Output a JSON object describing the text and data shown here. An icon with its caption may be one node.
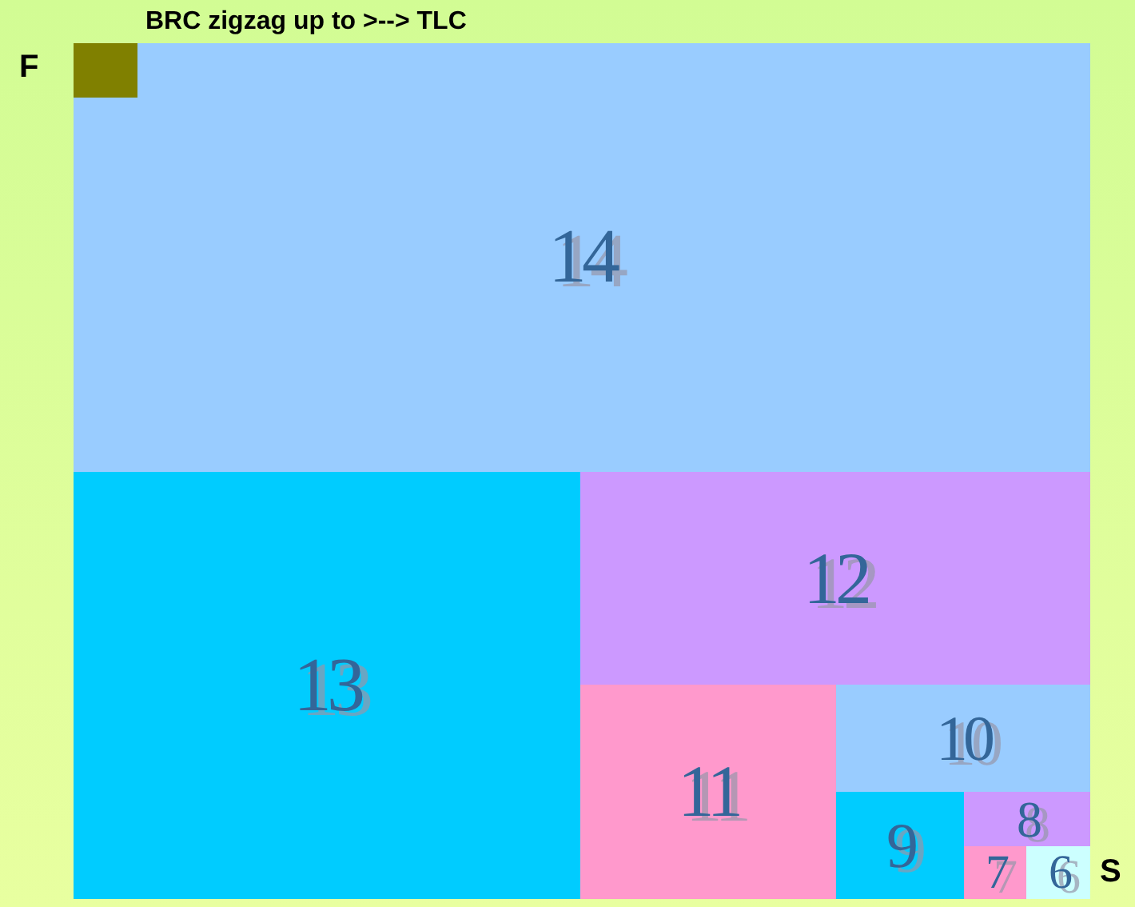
{
  "diagram": {
    "title": "BRC zigzag up to >--> TLC",
    "nodes": [
      {
        "text": [
          "14"
        ]
      },
      {
        "text": [],
        "shape": "box",
        "in": 0
      },
      {
        "text": [
          "13"
        ]
      },
      {
        "text": [
          "12"
        ]
      },
      {
        "text": [
          "11"
        ]
      },
      {
        "text": [
          "10"
        ]
      },
      {
        "text": [
          "9"
        ]
      },
      {
        "text": [
          "8"
        ]
      },
      {
        "text": [
          "7"
        ]
      },
      {
        "text": [
          "6"
        ]
      }
    ],
    "labels": [
      "F",
      "S"
    ]
  }
}
